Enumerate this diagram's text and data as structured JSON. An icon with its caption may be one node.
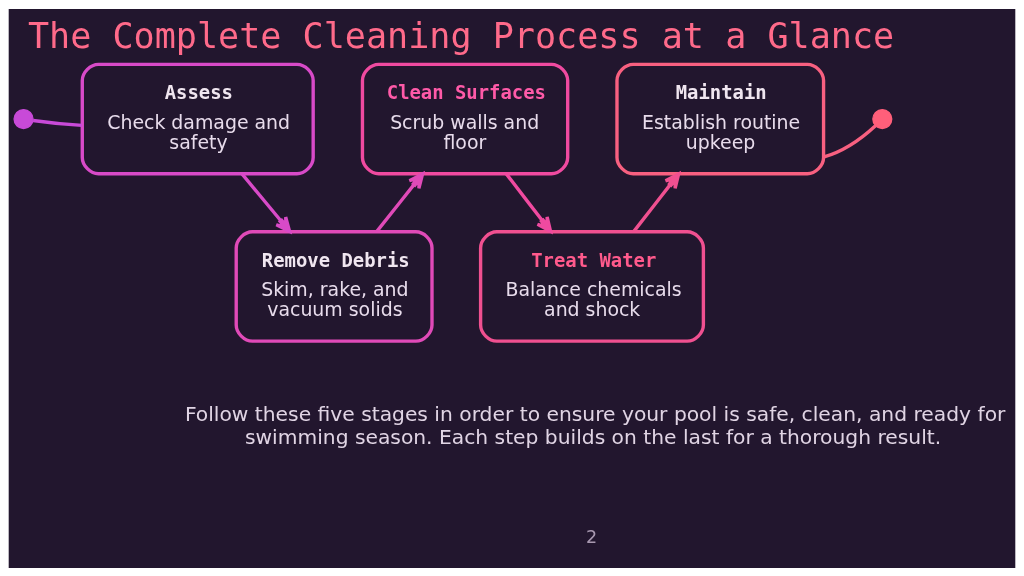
{
  "diagram": {
    "title": "The Complete Cleaning Process at a Glance",
    "caption": "Follow these five stages in order to ensure your pool is safe, clean, and ready for swimming season. Each step builds on the last for a thorough result.",
    "nodes": [
      {
        "text": [],
        "shape": "circle"
      },
      {
        "text": [
          "Assess",
          "Check damage and safety"
        ]
      },
      {
        "text": [
          "Remove Debris",
          "Skim, rake, and vacuum solids"
        ]
      },
      {
        "text": [
          "Clean Surfaces",
          "Scrub walls and floor"
        ]
      },
      {
        "text": [
          "Treat Water",
          "Balance chemicals and shock"
        ]
      },
      {
        "text": [
          "Maintain",
          "Establish routine upkeep"
        ]
      },
      {
        "text": [],
        "shape": "circle"
      }
    ],
    "edges": [
      {
        "from": 0,
        "to": 1,
        "arrow": "none"
      },
      {
        "from": 1,
        "to": 2,
        "arrow": "to"
      },
      {
        "from": 2,
        "to": 3,
        "arrow": "to"
      },
      {
        "from": 3,
        "to": 4,
        "arrow": "to"
      },
      {
        "from": 4,
        "to": 5,
        "arrow": "to"
      },
      {
        "from": 5,
        "to": 6,
        "arrow": "none"
      }
    ],
    "labels": [
      "2"
    ]
  }
}
